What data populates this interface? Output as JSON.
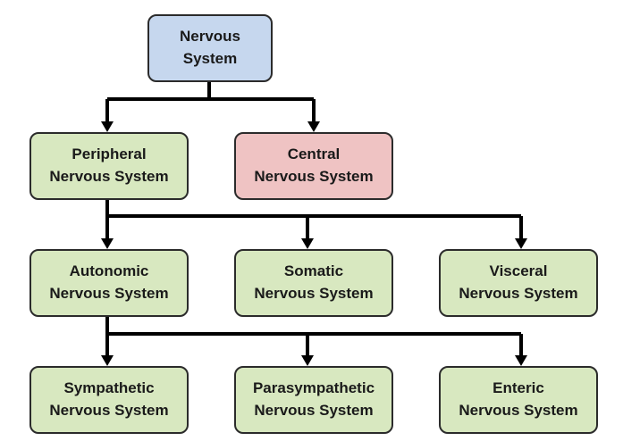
{
  "diagram": {
    "colors": {
      "root": "#c6d7ee",
      "central": "#efc3c3",
      "default": "#d8e8c0",
      "border": "#2b2b2b",
      "connector": "#000000"
    },
    "nodes": {
      "root": {
        "line1": "Nervous",
        "line2": "System"
      },
      "peripheral": {
        "line1": "Peripheral",
        "line2": "Nervous System"
      },
      "central": {
        "line1": "Central",
        "line2": "Nervous System"
      },
      "autonomic": {
        "line1": "Autonomic",
        "line2": "Nervous System"
      },
      "somatic": {
        "line1": "Somatic",
        "line2": "Nervous System"
      },
      "visceral": {
        "line1": "Visceral",
        "line2": "Nervous System"
      },
      "sympathetic": {
        "line1": "Sympathetic",
        "line2": "Nervous System"
      },
      "parasympathetic": {
        "line1": "Parasympathetic",
        "line2": "Nervous System"
      },
      "enteric": {
        "line1": "Enteric",
        "line2": "Nervous System"
      }
    },
    "edges": [
      {
        "from": "root",
        "to": "peripheral"
      },
      {
        "from": "root",
        "to": "central"
      },
      {
        "from": "peripheral",
        "to": "autonomic"
      },
      {
        "from": "peripheral",
        "to": "somatic"
      },
      {
        "from": "peripheral",
        "to": "visceral"
      },
      {
        "from": "autonomic",
        "to": "sympathetic"
      },
      {
        "from": "autonomic",
        "to": "parasympathetic"
      },
      {
        "from": "autonomic",
        "to": "enteric"
      }
    ]
  }
}
